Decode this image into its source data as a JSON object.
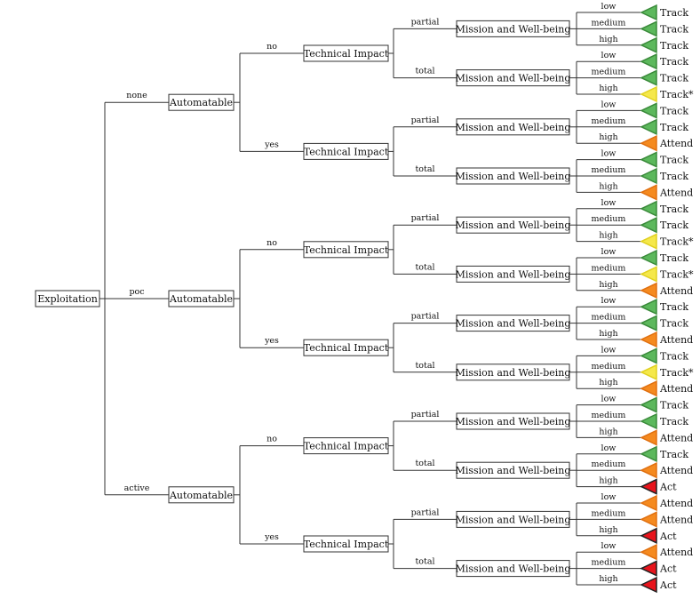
{
  "tree": {
    "root_label": "Exploitation",
    "automatable_label": "Automatable",
    "technical_impact_label": "Technical Impact",
    "mission_label": "Mission and Well-being",
    "exploitation_values": [
      "none",
      "poc",
      "active"
    ],
    "automatable_values": [
      "no",
      "yes"
    ],
    "technical_impact_values": [
      "partial",
      "total"
    ],
    "mission_values": [
      "low",
      "medium",
      "high"
    ],
    "outcomes": [
      "Track",
      "Track",
      "Track",
      "Track",
      "Track",
      "Track*",
      "Track",
      "Track",
      "Attend",
      "Track",
      "Track",
      "Attend",
      "Track",
      "Track",
      "Track*",
      "Track",
      "Track*",
      "Attend",
      "Track",
      "Track",
      "Attend",
      "Track",
      "Track*",
      "Attend",
      "Track",
      "Track",
      "Attend",
      "Track",
      "Attend",
      "Act",
      "Attend",
      "Attend",
      "Act",
      "Attend",
      "Act",
      "Act"
    ]
  },
  "colors": {
    "Track": "#5cb85c",
    "Track*": "#f5e84a",
    "Attend": "#f58a1f",
    "Act": "#e8141c"
  },
  "leaf_stroke": {
    "Track": "#3a8a3a",
    "Track*": "#e0d020",
    "Attend": "#e07010",
    "Act": "#222222"
  }
}
